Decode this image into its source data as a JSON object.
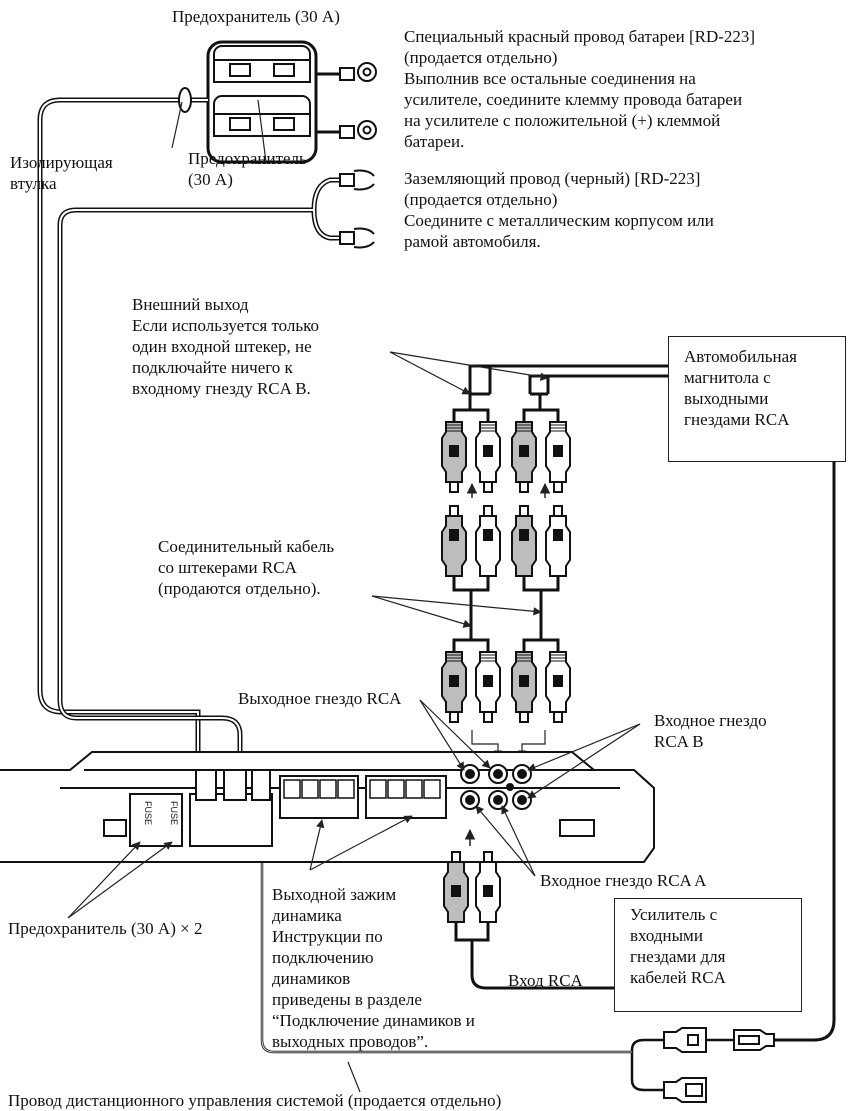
{
  "labels": {
    "fuse_top": "Предохранитель (30 A)",
    "battery_wire": "Специальный красный провод батареи [RD-223]\n(продается отдельно)\nВыполнив все остальные соединения на\nусилителе, соедините клемму провода батареи\nна усилителе с положительной (+) клеммой\nбатареи.",
    "grommet": "Изолирующая\nвтулка",
    "fuse_second": "Предохранитель\n(30 A)",
    "ground_wire": "Заземляющий провод (черный) [RD-223]\n(продается отдельно)\nСоедините с металлическим корпусом или\nрамой автомобиля.",
    "external_output": "Внешний выход\nЕсли используется только\nодин входной штекер, не\nподключайте ничего к\nвходному гнезду RCA B.",
    "head_unit": "Автомобильная\nмагнитола с\nвыходными\nгнездами RCA",
    "rca_cable": "Соединительный кабель\nсо штекерами RCA\n(продаются отдельно).",
    "rca_output_jack": "Выходное гнездо RCA",
    "rca_input_b": "Входное гнездо\nRCA B",
    "rca_input_a": "Входное гнездо RCA A",
    "speaker_terminal": "Выходной зажим\nдинамика\nИнструкции по\nподключению\nдинамиков\nприведены в разделе\n“Подключение динамиков и\nвыходных проводов”.",
    "fuse_x2": "Предохранитель (30 A) × 2",
    "amp_box": "Усилитель с\nвходными\nгнездами для\nкабелей RCA",
    "rca_in": "Вход RCA",
    "remote_wire": "Провод дистанционного управления системой (продается отдельно)",
    "fuse_mark": "FUSE"
  }
}
